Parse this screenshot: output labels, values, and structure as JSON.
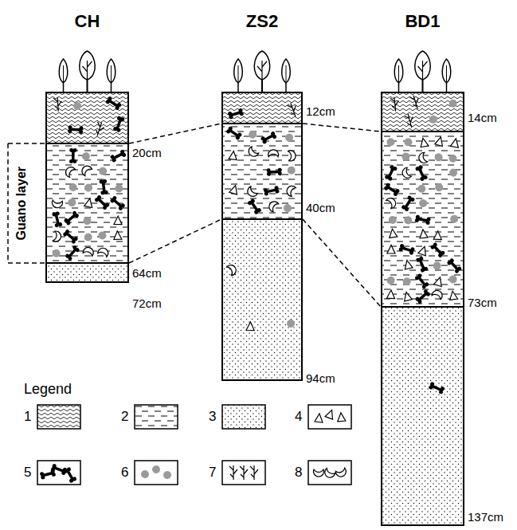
{
  "diagram": {
    "nodes": [
      {
        "text": [
          "CH"
        ]
      },
      {
        "text": [
          "ZS2"
        ]
      },
      {
        "text": [
          "BD1"
        ]
      }
    ],
    "edges": [
      {
        "from": 0,
        "to": 1,
        "arrow": "none"
      },
      {
        "from": 0,
        "to": 1,
        "arrow": "none"
      },
      {
        "from": 1,
        "to": 2,
        "arrow": "none"
      },
      {
        "from": 1,
        "to": 2,
        "arrow": "none"
      }
    ],
    "labels": [
      "Guano layer",
      "20cm",
      "64cm",
      "72cm",
      "12cm",
      "40cm",
      "94cm",
      "14cm",
      "73cm",
      "137cm",
      "Legend"
    ],
    "legend": [
      {
        "text": "1"
      },
      {
        "text": "2"
      },
      {
        "text": "3"
      },
      {
        "text": "4"
      },
      {
        "text": "5"
      },
      {
        "text": "6"
      },
      {
        "text": "7"
      },
      {
        "text": "8"
      }
    ]
  }
}
